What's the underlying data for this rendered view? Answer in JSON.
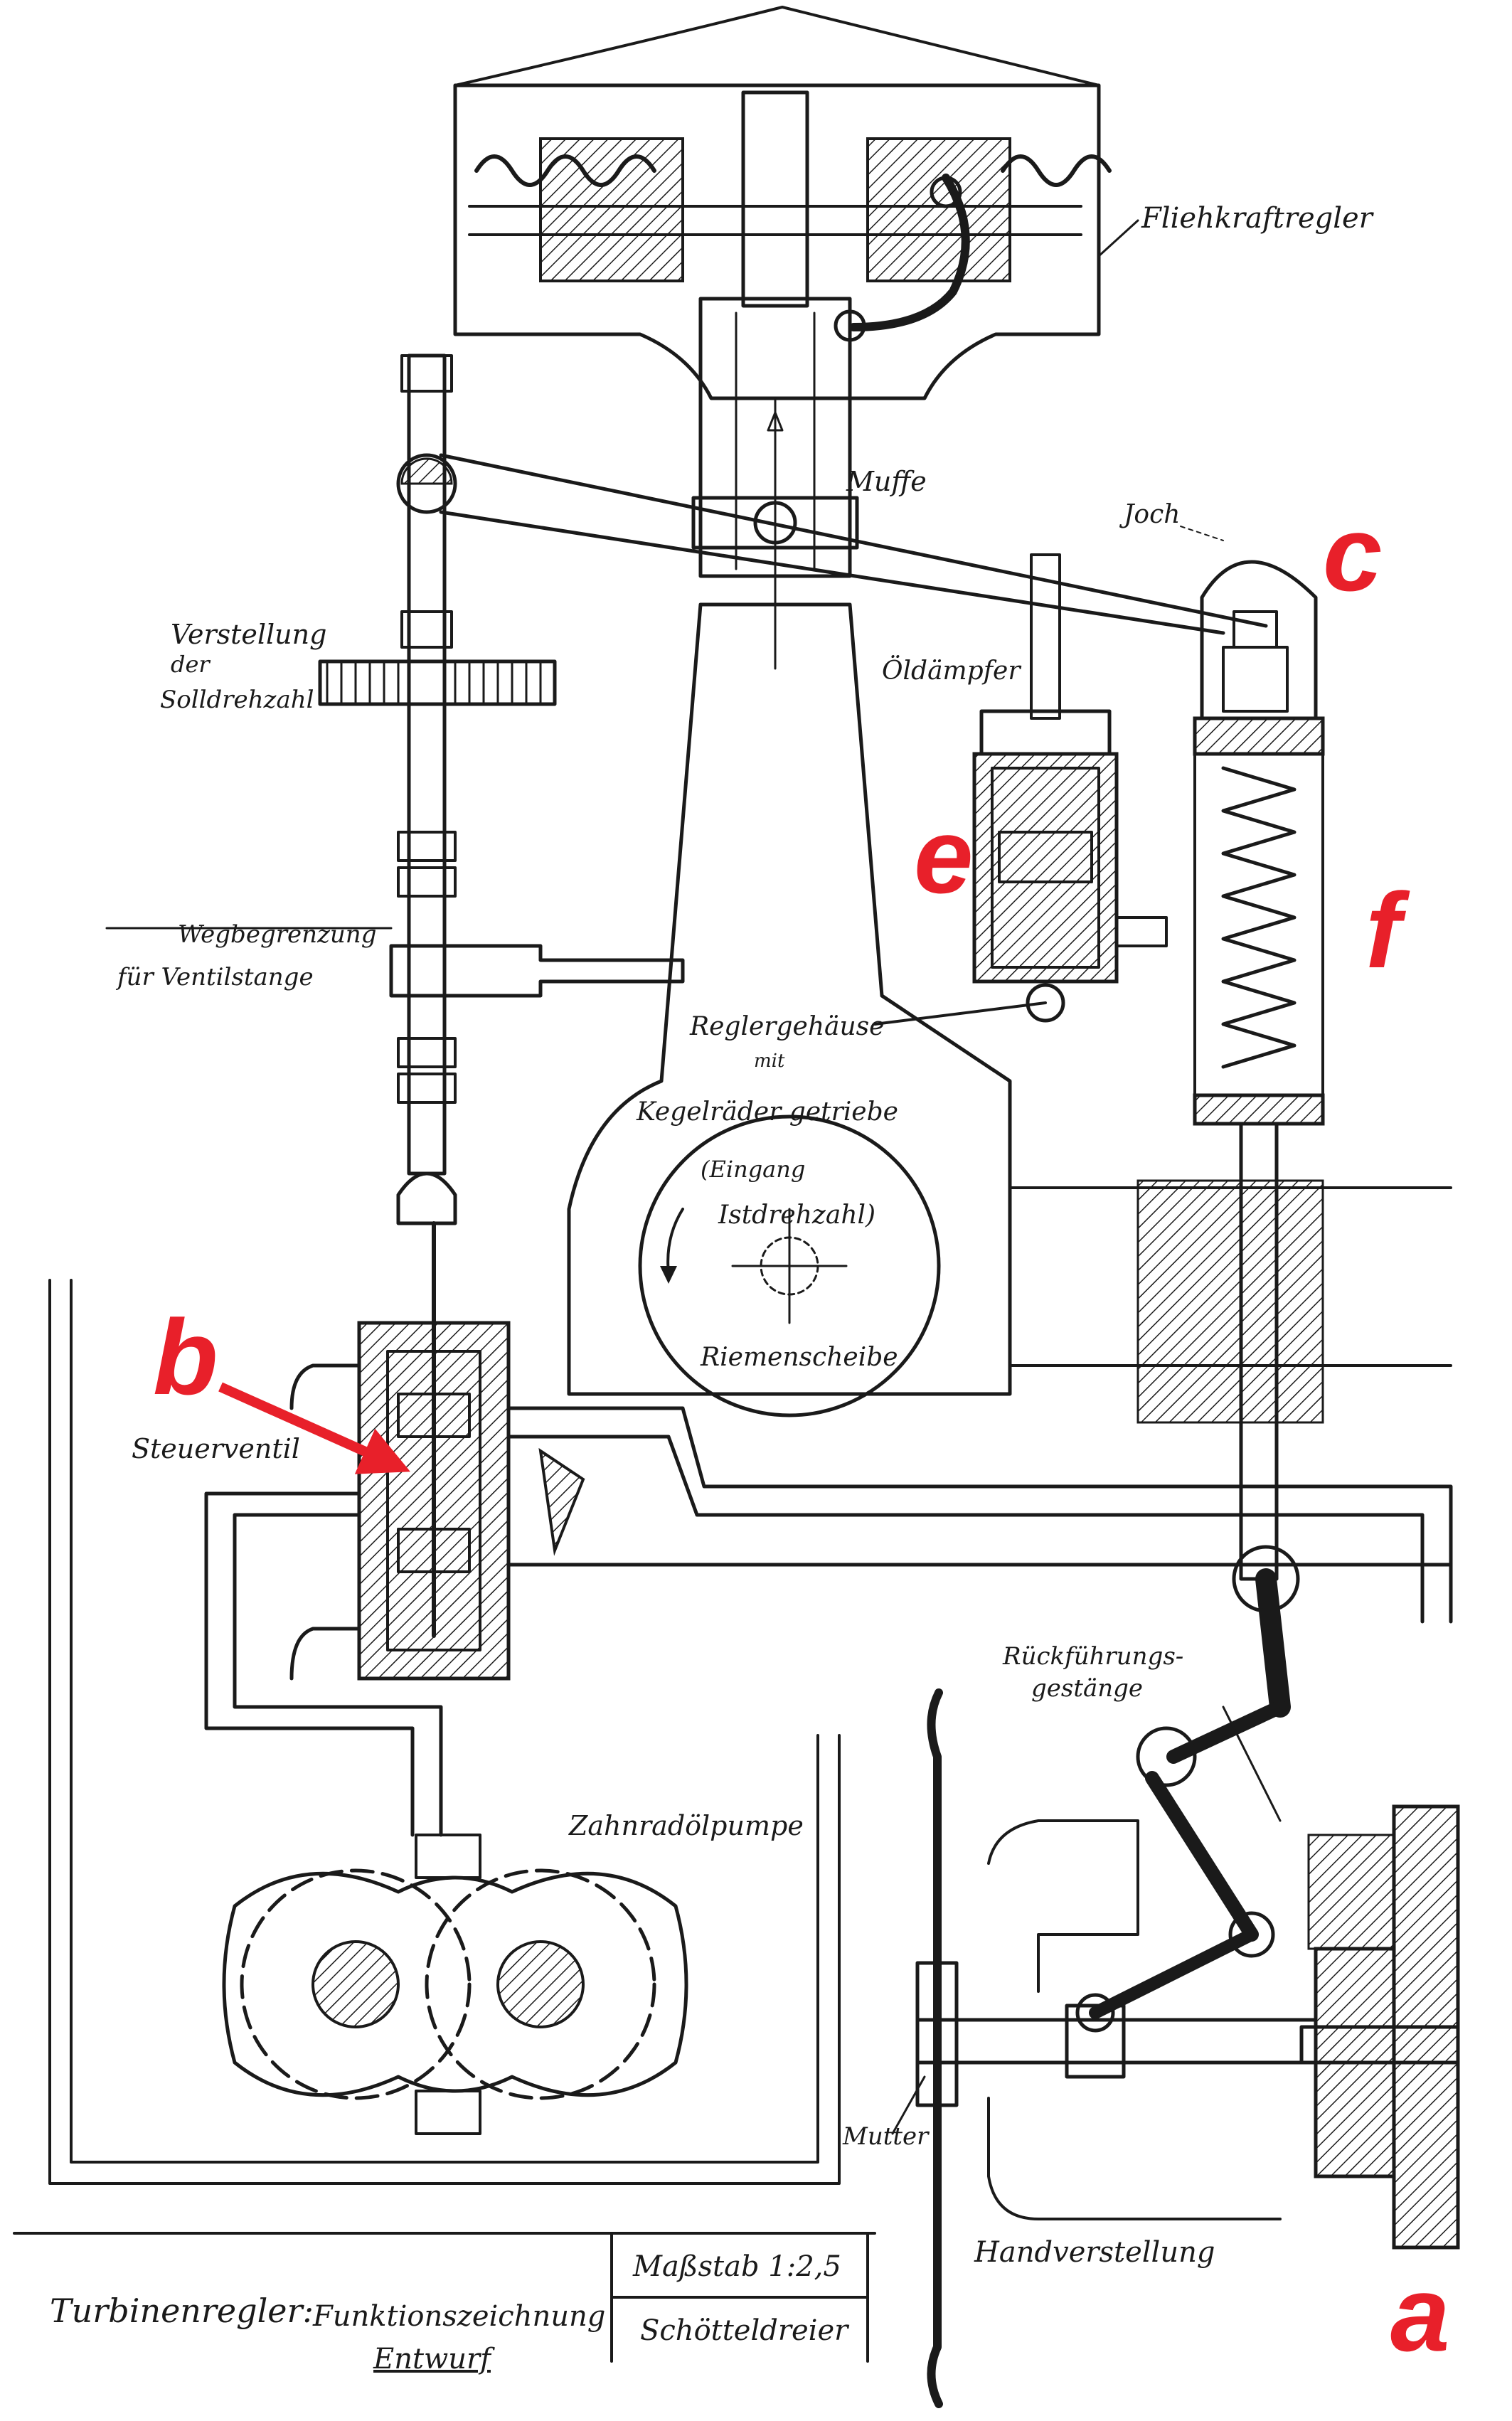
{
  "drawing": {
    "title": "Turbinenregler:",
    "subtitle": "Funktionszeichnung",
    "status": "Entwurf",
    "scale": "Maßstab 1:2,5",
    "author": "Schötteldreier"
  },
  "labels": {
    "fliehkraftregler": "Fliehkraftregler",
    "muffe": "Muffe",
    "joch": "Joch",
    "verstellung_1": "Verstellung",
    "verstellung_2": "der",
    "verstellung_3": "Solldrehzahl",
    "oeldaempfer": "Öldämpfer",
    "wegbegrenzung_1": "Wegbegrenzung",
    "wegbegrenzung_2": "für Ventilstange",
    "reglergehaeuse": "Reglergehäuse",
    "kegelraeder_1": "mit",
    "kegelraeder_2": "Kegelräder getriebe",
    "eingang_1": "(Eingang",
    "eingang_2": "Istdrehzahl)",
    "riemenscheibe": "Riemenscheibe",
    "steuerventil": "Steuerventil",
    "rueckfuehrung_1": "Rückführungs-",
    "rueckfuehrung_2": "gestänge",
    "zahnradoelpumpe": "Zahnradölpumpe",
    "mutter": "Mutter",
    "handverstellung": "Handverstellung"
  },
  "markers": {
    "a": "a",
    "b": "b",
    "c": "c",
    "e": "e",
    "f": "f"
  },
  "colors": {
    "ink": "#1a1a1a",
    "marker": "#e8202a",
    "paper": "#ffffff"
  }
}
